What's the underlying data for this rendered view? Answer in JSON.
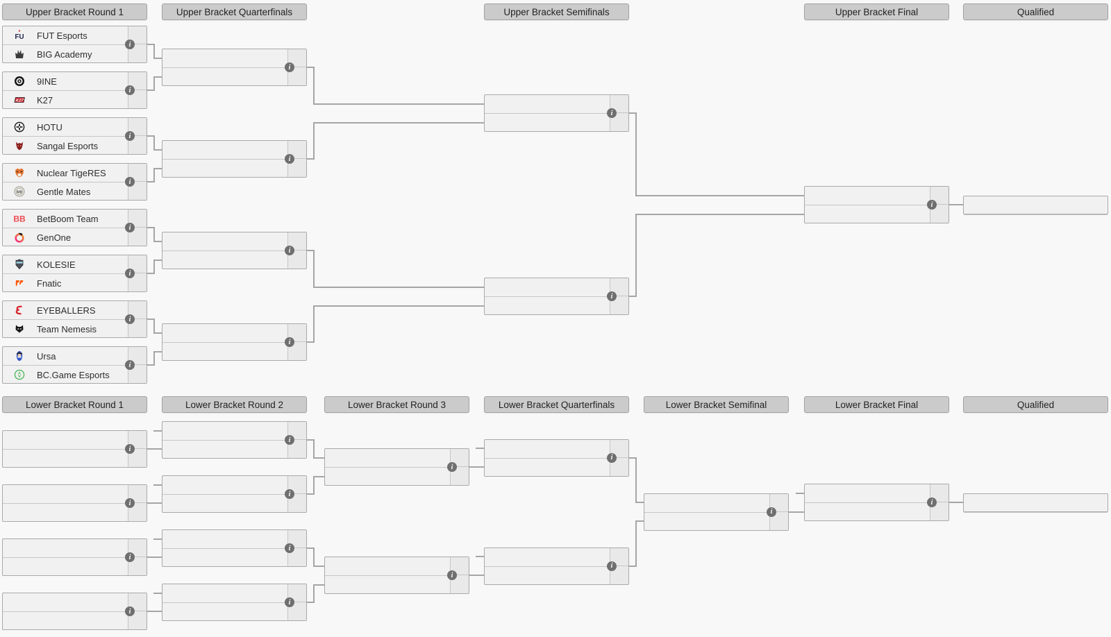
{
  "colors": {
    "header_bg": "#cbcbcb",
    "box_bg": "#f1f1f2",
    "score_bg": "#e9e9e9",
    "info_bg": "#6f6f6f",
    "connector": "#a5a5a5",
    "accent_red": "#d8262c",
    "accent_orange": "#ff5900",
    "accent_green": "#52b95e"
  },
  "icons": {
    "info": "i"
  },
  "headers": {
    "upper": [
      {
        "label": "Upper Bracket Round 1"
      },
      {
        "label": "Upper Bracket Quarterfinals"
      },
      {
        "label": "Upper Bracket Semifinals"
      },
      {
        "label": "Upper Bracket Final"
      },
      {
        "label": "Qualified"
      }
    ],
    "lower": [
      {
        "label": "Lower Bracket Round 1"
      },
      {
        "label": "Lower Bracket Round 2"
      },
      {
        "label": "Lower Bracket Round 3"
      },
      {
        "label": "Lower Bracket Quarterfinals"
      },
      {
        "label": "Lower Bracket Semifinal"
      },
      {
        "label": "Lower Bracket Final"
      },
      {
        "label": "Qualified"
      }
    ]
  },
  "upper_round1": [
    {
      "top": {
        "name": "FUT Esports",
        "logo": "fut-esports-logo"
      },
      "bottom": {
        "name": "BIG Academy",
        "logo": "big-academy-logo"
      }
    },
    {
      "top": {
        "name": "9INE",
        "logo": "nine-logo"
      },
      "bottom": {
        "name": "K27",
        "logo": "k27-logo"
      }
    },
    {
      "top": {
        "name": "HOTU",
        "logo": "hotu-logo"
      },
      "bottom": {
        "name": "Sangal Esports",
        "logo": "sangal-esports-logo"
      }
    },
    {
      "top": {
        "name": "Nuclear TigeRES",
        "logo": "nuclear-tigeres-logo"
      },
      "bottom": {
        "name": "Gentle Mates",
        "logo": "gentle-mates-logo"
      }
    },
    {
      "top": {
        "name": "BetBoom Team",
        "logo": "betboom-team-logo"
      },
      "bottom": {
        "name": "GenOne",
        "logo": "genone-logo"
      }
    },
    {
      "top": {
        "name": "KOLESIE",
        "logo": "kolesie-logo"
      },
      "bottom": {
        "name": "Fnatic",
        "logo": "fnatic-logo"
      }
    },
    {
      "top": {
        "name": "EYEBALLERS",
        "logo": "eyeballers-logo"
      },
      "bottom": {
        "name": "Team Nemesis",
        "logo": "team-nemesis-logo"
      }
    },
    {
      "top": {
        "name": "Ursa",
        "logo": "ursa-logo"
      },
      "bottom": {
        "name": "BC.Game Esports",
        "logo": "bcgame-esports-logo"
      }
    }
  ]
}
